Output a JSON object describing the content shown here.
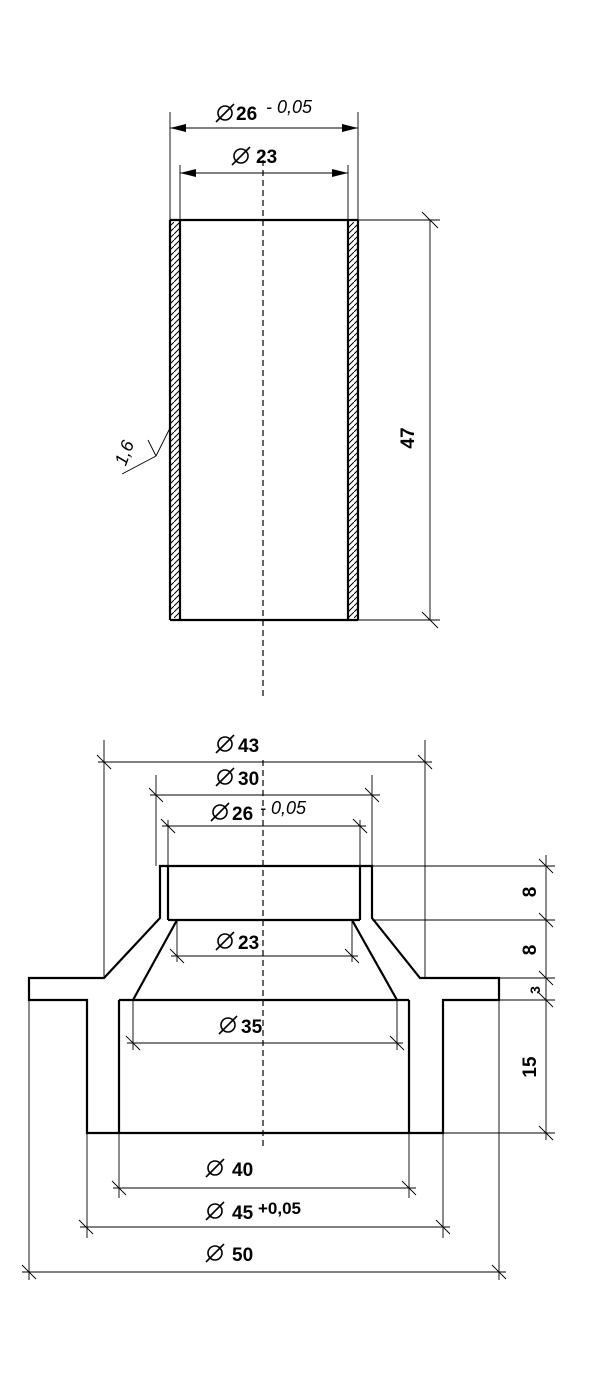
{
  "sleeve": {
    "outer_diameter": {
      "nominal": "26",
      "tolerance": "- 0,05"
    },
    "inner_diameter": {
      "nominal": "23"
    },
    "length": "47",
    "roughness": "1,6"
  },
  "housing": {
    "d43": {
      "nominal": "43"
    },
    "d30": {
      "nominal": "30"
    },
    "d26": {
      "nominal": "26",
      "tolerance": "- 0,05"
    },
    "d23": {
      "nominal": "23"
    },
    "d35": {
      "nominal": "35"
    },
    "d40": {
      "nominal": "40"
    },
    "d45": {
      "nominal": "45",
      "tolerance": "+0,05"
    },
    "d50": {
      "nominal": "50"
    },
    "h_top": "8",
    "h_cone": "8",
    "h_flange": "3",
    "h_bottom": "15"
  }
}
